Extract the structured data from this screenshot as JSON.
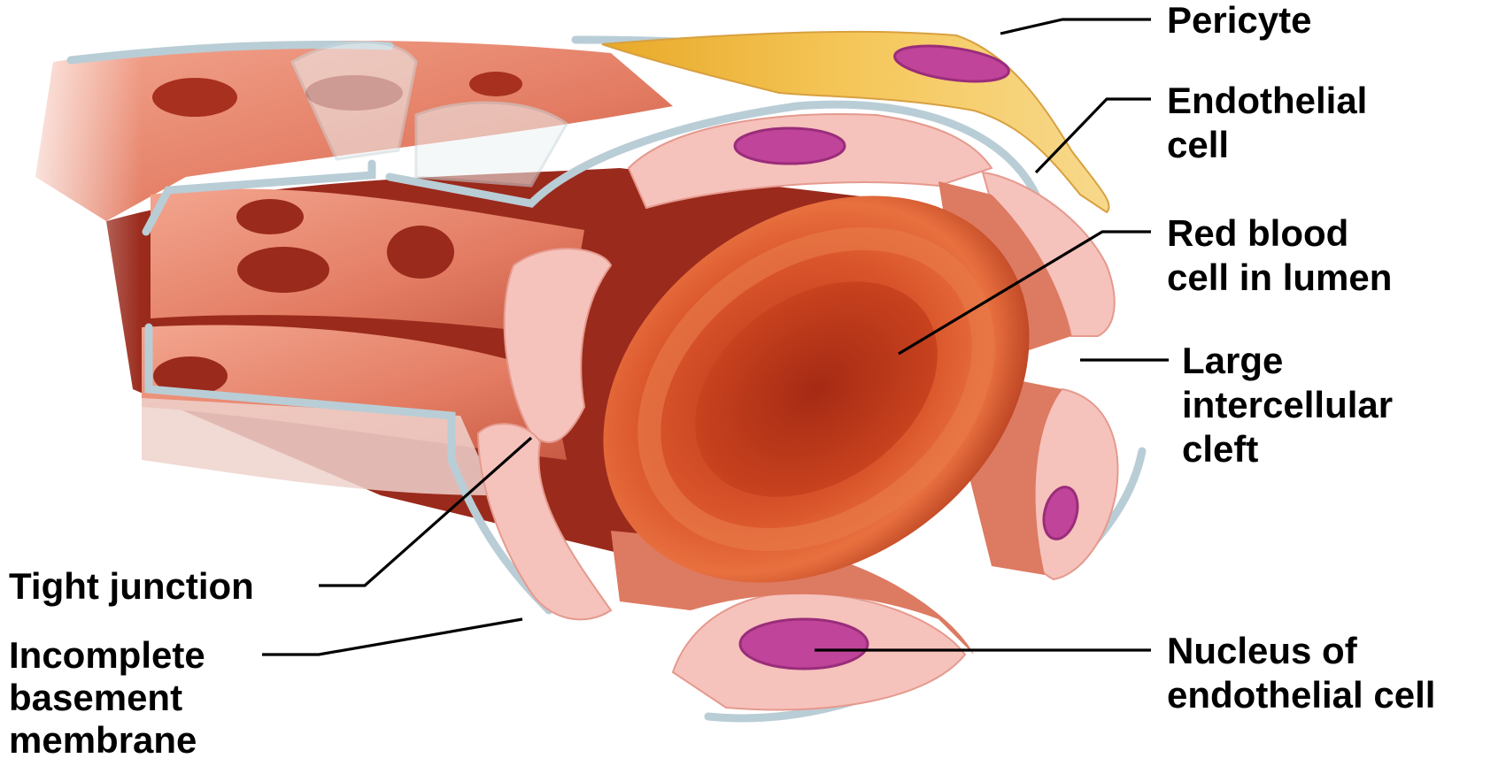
{
  "labels": {
    "pericyte": [
      "Pericyte"
    ],
    "endothelial_cell": [
      "Endothelial",
      "cell"
    ],
    "red_blood_cell": [
      "Red blood",
      "cell in lumen"
    ],
    "intercellular_cleft": [
      "Large",
      "intercellular",
      "cleft"
    ],
    "tight_junction": [
      "Tight junction"
    ],
    "basement_membrane": [
      "Incomplete",
      "basement",
      "membrane"
    ],
    "endothelial_nucleus": [
      "Nucleus of",
      "endothelial cell"
    ]
  },
  "colors": {
    "endothelium": "#e8826a",
    "endothelium_dark": "#b8412e",
    "cell_edge_pink": "#f6c2bc",
    "lumen_dark": "#9a2a1c",
    "nucleus": "#c0449a",
    "pericyte": "#f5d37f",
    "pericyte_dark": "#e8a928",
    "basement_membrane": "#b9cdd6",
    "rbc": "#c8421e",
    "rbc_highlight": "#e66a3c"
  }
}
